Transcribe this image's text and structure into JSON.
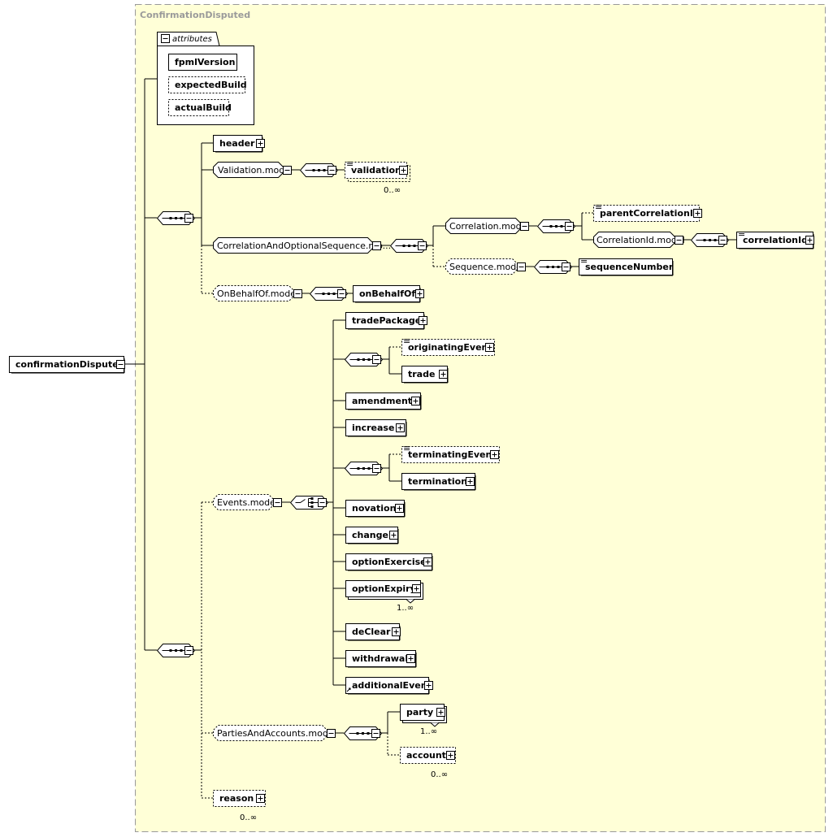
{
  "diagram": {
    "type_name": "ConfirmationDisputed",
    "root": "confirmationDisputed",
    "attributes_label": "attributes",
    "attributes": [
      "fpmlVersion",
      "expectedBuild",
      "actualBuild"
    ],
    "header": "header",
    "validation_model": "Validation.model",
    "validation": "validation",
    "validation_occ": "0..∞",
    "correlation_seq_model": "CorrelationAndOptionalSequence.mo...",
    "correlation_model": "Correlation.model",
    "parent_correlation_id": "parentCorrelationId",
    "correlation_id_model": "CorrelationId.model",
    "correlation_id": "correlationId",
    "sequence_model": "Sequence.model",
    "sequence_number": "sequenceNumber",
    "on_behalf_of_model": "OnBehalfOf.model",
    "on_behalf_of": "onBehalfOf",
    "events_model": "Events.model",
    "trade_package": "tradePackage",
    "originating_event": "originatingEvent",
    "trade": "trade",
    "amendment": "amendment",
    "increase": "increase",
    "terminating_event": "terminatingEvent",
    "termination": "termination",
    "novation": "novation",
    "change": "change",
    "option_exercise": "optionExercise",
    "option_expiry": "optionExpiry",
    "option_expiry_occ": "1..∞",
    "de_clear": "deClear",
    "withdrawal": "withdrawal",
    "additional_event": "additionalEvent",
    "parties_model": "PartiesAndAccounts.model",
    "party": "party",
    "party_occ": "1..∞",
    "account": "account",
    "account_occ": "0..∞",
    "reason": "reason",
    "reason_occ": "0..∞",
    "colors": {
      "frame_fill": "#ffffd7",
      "frame_border": "#9a9a9a",
      "box_fill": "#ffffff",
      "line": "#000000"
    }
  }
}
